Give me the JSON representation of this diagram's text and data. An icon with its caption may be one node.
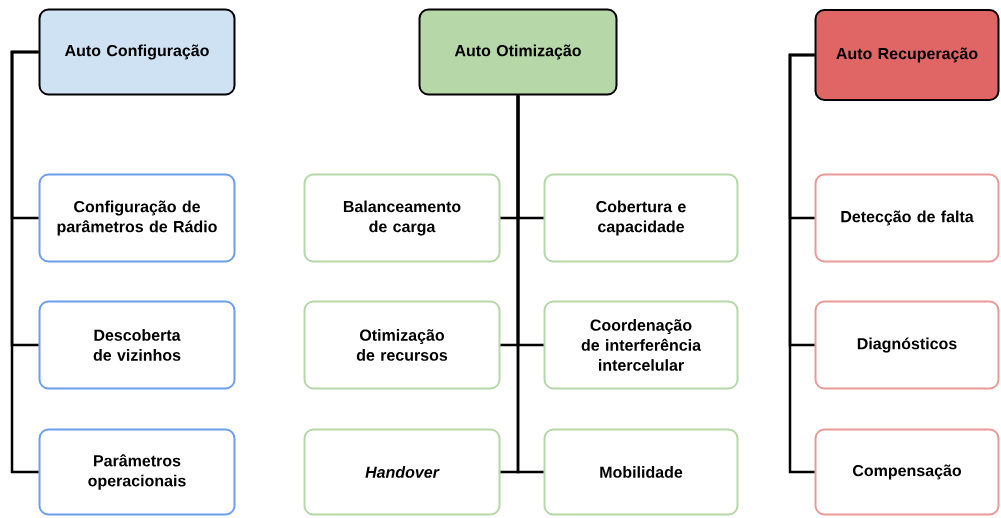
{
  "diagram": {
    "nodes": [
      {
        "text": [
          "Auto Configuração"
        ]
      },
      {
        "text": [
          "Configuração de parâmetros de Rádio"
        ]
      },
      {
        "text": [
          "Descoberta de vizinhos"
        ]
      },
      {
        "text": [
          "Parâmetros operacionais"
        ]
      },
      {
        "text": [
          "Auto Otimização"
        ]
      },
      {
        "text": [
          "Balanceamento de carga"
        ]
      },
      {
        "text": [
          "Cobertura e capacidade"
        ]
      },
      {
        "text": [
          "Otimização de recursos"
        ]
      },
      {
        "text": [
          "Coordenação de interferência intercelular"
        ]
      },
      {
        "text": [
          "Handover"
        ]
      },
      {
        "text": [
          "Mobilidade"
        ]
      },
      {
        "text": [
          "Auto Recuperação"
        ]
      },
      {
        "text": [
          "Detecção de falta"
        ]
      },
      {
        "text": [
          "Diagnósticos"
        ]
      },
      {
        "text": [
          "Compensação"
        ]
      }
    ],
    "edges": [
      {
        "from": 0,
        "to": 1,
        "arrow": "none"
      },
      {
        "from": 0,
        "to": 2,
        "arrow": "none"
      },
      {
        "from": 0,
        "to": 3,
        "arrow": "none"
      },
      {
        "from": 4,
        "to": 5,
        "arrow": "none"
      },
      {
        "from": 4,
        "to": 6,
        "arrow": "none"
      },
      {
        "from": 4,
        "to": 7,
        "arrow": "none"
      },
      {
        "from": 4,
        "to": 8,
        "arrow": "none"
      },
      {
        "from": 4,
        "to": 9,
        "arrow": "none"
      },
      {
        "from": 4,
        "to": 10,
        "arrow": "none"
      },
      {
        "from": 11,
        "to": 12,
        "arrow": "none"
      },
      {
        "from": 11,
        "to": 13,
        "arrow": "none"
      },
      {
        "from": 11,
        "to": 14,
        "arrow": "none"
      }
    ]
  }
}
